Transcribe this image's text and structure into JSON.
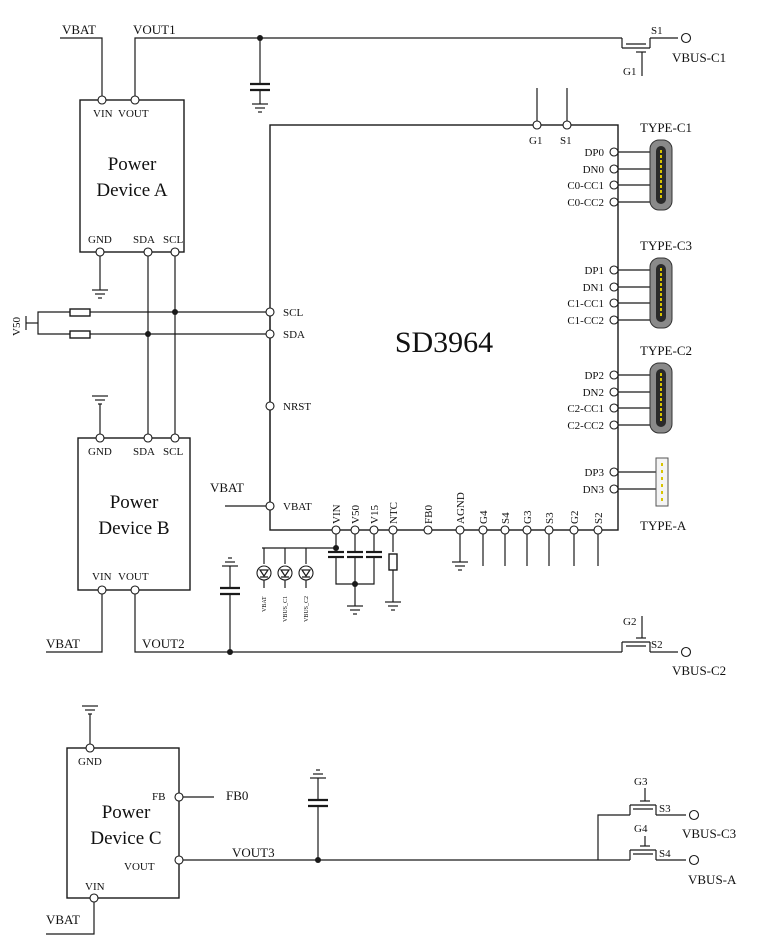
{
  "title": "",
  "chip": {
    "name": "SD3964"
  },
  "device_a": {
    "line1": "Power",
    "line2": "Device A",
    "vin": "VIN",
    "vout": "VOUT",
    "gnd": "GND",
    "sda": "SDA",
    "scl": "SCL"
  },
  "device_b": {
    "line1": "Power",
    "line2": "Device B",
    "vin": "VIN",
    "vout": "VOUT",
    "gnd": "GND",
    "sda": "SDA",
    "scl": "SCL"
  },
  "device_c": {
    "line1": "Power",
    "line2": "Device C",
    "vin": "VIN",
    "vout": "VOUT",
    "gnd": "GND",
    "fb": "FB"
  },
  "nets": {
    "vbat": "VBAT",
    "vout1": "VOUT1",
    "vout2": "VOUT2",
    "vout3": "VOUT3",
    "v50": "V50",
    "fb0": "FB0",
    "vbus_c1": "VBUS-C1",
    "vbus_c2": "VBUS-C2",
    "vbus_c3": "VBUS-C3",
    "vbus_a": "VBUS-A"
  },
  "fets": {
    "s1": "S1",
    "g1": "G1",
    "s2": "S2",
    "g2": "G2",
    "s3": "S3",
    "g3": "G3",
    "s4": "S4",
    "g4": "G4"
  },
  "chip_pins": {
    "top": [
      "G1",
      "S1"
    ],
    "left": [
      "SCL",
      "SDA",
      "NRST",
      "VBAT"
    ],
    "bottom": [
      "VIN",
      "V50",
      "V15",
      "NTC",
      "FB0",
      "AGND",
      "G4",
      "S4",
      "G3",
      "S3",
      "G2",
      "S2"
    ],
    "right_c1": [
      "DP0",
      "DN0",
      "C0-CC1",
      "C0-CC2"
    ],
    "right_c3": [
      "DP1",
      "DN1",
      "C1-CC1",
      "C1-CC2"
    ],
    "right_c2": [
      "DP2",
      "DN2",
      "C2-CC1",
      "C2-CC2"
    ],
    "right_a": [
      "DP3",
      "DN3"
    ]
  },
  "ports": {
    "type_c1": "TYPE-C1",
    "type_c3": "TYPE-C3",
    "type_c2": "TYPE-C2",
    "type_a": "TYPE-A"
  },
  "leds": [
    "VBAT",
    "VBUS_C1",
    "VBUS_C2"
  ]
}
